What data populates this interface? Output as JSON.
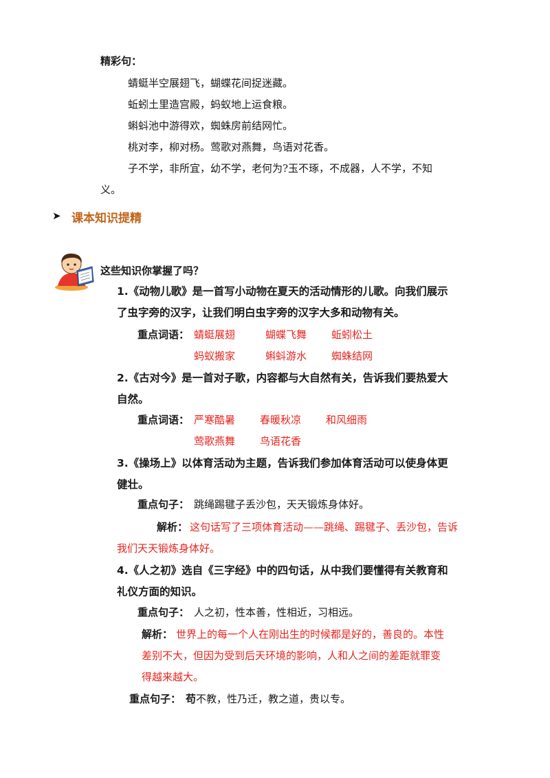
{
  "highlights": {
    "heading": "精彩句：",
    "lines": [
      "蜻蜓半空展翅飞，蝴蝶花间捉迷藏。",
      "蚯蚓土里造宫殿，蚂蚁地上运食粮。",
      "蝌蚪池中游得欢，蜘蛛房前结网忙。",
      "桃对李，柳对杨。莺歌对燕舞，鸟语对花香。",
      "子不学，非所宜，幼不学，老何为?玉不琢，不成器，人不学，不知",
      "义。"
    ]
  },
  "section": {
    "arrow": "➤",
    "title": "课本知识提精",
    "question": "这些知识你掌握了吗？"
  },
  "item1": {
    "line1": "1.《动物儿歌》是一首写小动物在夏天的活动情形的儿歌。向我们展示",
    "line2": "了虫字旁的汉字，让我们明白虫字旁的汉字大多和动物有关。",
    "kw_label": "重点词语：",
    "words": [
      "蜻蜓展翅",
      "蝴蝶飞舞",
      "蚯蚓松土",
      "蚂蚁搬家",
      "蝌蚪游水",
      "蜘蛛结网"
    ]
  },
  "item2": {
    "line1": "2.《古对今》是一首对子歌，内容都与大自然有关，告诉我们要热爱大",
    "line2": "自然。",
    "kw_label": "重点词语：",
    "words": [
      "严寒酷暑",
      "春暖秋凉",
      "和风细雨",
      "莺歌燕舞",
      "鸟语花香"
    ]
  },
  "item3": {
    "line1": "3.《操场上》以体育活动为主题，告诉我们参加体育活动可以使身体更",
    "line2": "健壮。",
    "sent_label": "重点句子：",
    "sentence": "跳绳踢毽子丢沙包，天天锻炼身体好。",
    "analysis_label": "解析：",
    "analysis_1": "这句话写了三项体育活动——跳绳、踢毽子、丢沙包，告诉",
    "analysis_2": "我们天天锻炼身体好。"
  },
  "item4": {
    "line1": "4.《人之初》选自《三字经》中的四句话，从中我们要懂得有关教育和",
    "line2": "礼仪方面的知识。",
    "sent_label": "重点句子：",
    "sentence": "人之初，性本善，性相近，习相远。",
    "analysis_label": "解析：",
    "analysis_1": "世界上的每一个人在刚出生的时候都是好的，善良的。本性",
    "analysis_2": "差别不大，但因为受到后天环境的影响，人和人之间的差距就罪变",
    "analysis_3": "得越来越大。",
    "sent2_label": "重点句子：",
    "sent2_bold": "苟",
    "sent2_rest": "不教，性乃迁，教之道，贵以专。"
  }
}
